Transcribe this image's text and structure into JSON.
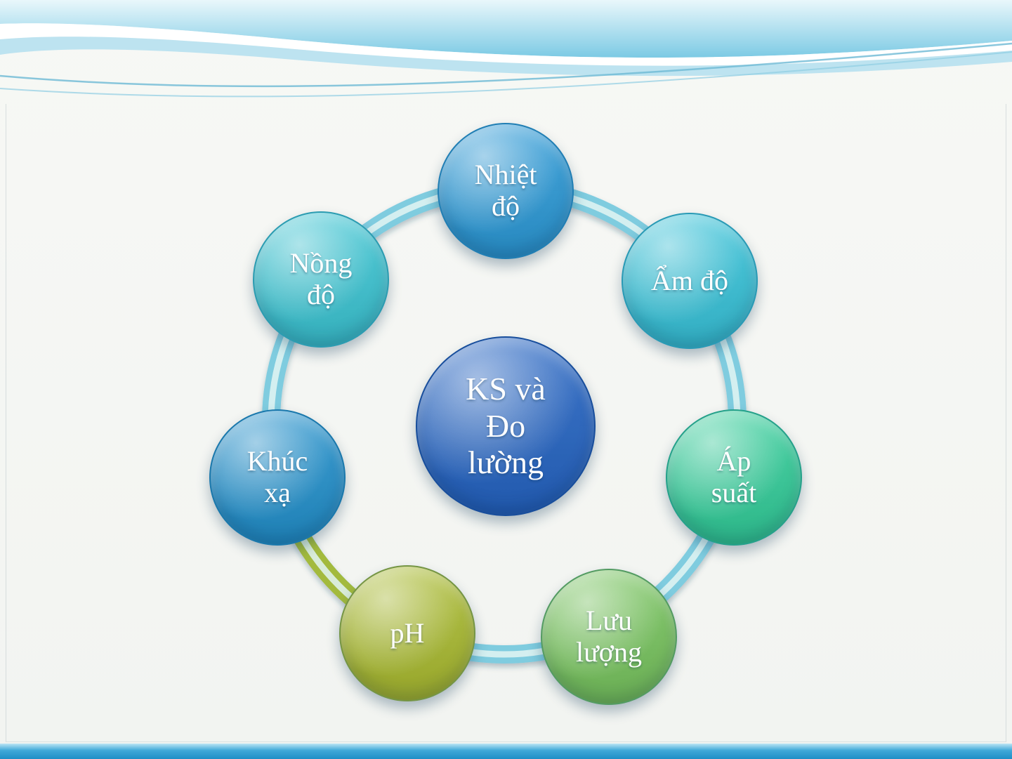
{
  "diagram": {
    "type": "cycle",
    "center": {
      "label": "KS và Đo lường",
      "color": "#2564c2"
    },
    "nodes": [
      {
        "id": "nhiet-do",
        "label": "Nhiệt độ",
        "color": "#2c99d6"
      },
      {
        "id": "am-do",
        "label": "Ẩm độ",
        "color": "#38c2d8"
      },
      {
        "id": "ap-suat",
        "label": "Áp suất",
        "color": "#33cc99"
      },
      {
        "id": "luu-luong",
        "label": "Lưu lượng",
        "color": "#77c35e"
      },
      {
        "id": "ph",
        "label": "pH",
        "color": "#a9ba31"
      },
      {
        "id": "khuc-xa",
        "label": "Khúc xạ",
        "color": "#2390cb"
      },
      {
        "id": "nong-do",
        "label": "Nồng độ",
        "color": "#3cc4d2"
      }
    ],
    "ring": {
      "color": "#7fccdf",
      "highlight": "#e3f4f3",
      "accent_segment_color": "#a3ba3e"
    }
  },
  "decor": {
    "header_wave_colors": [
      "#e9f7fb",
      "#7ccae4",
      "#aadcee"
    ],
    "footer_bar_colors": [
      "#bce5f4",
      "#1e8ec6"
    ]
  }
}
